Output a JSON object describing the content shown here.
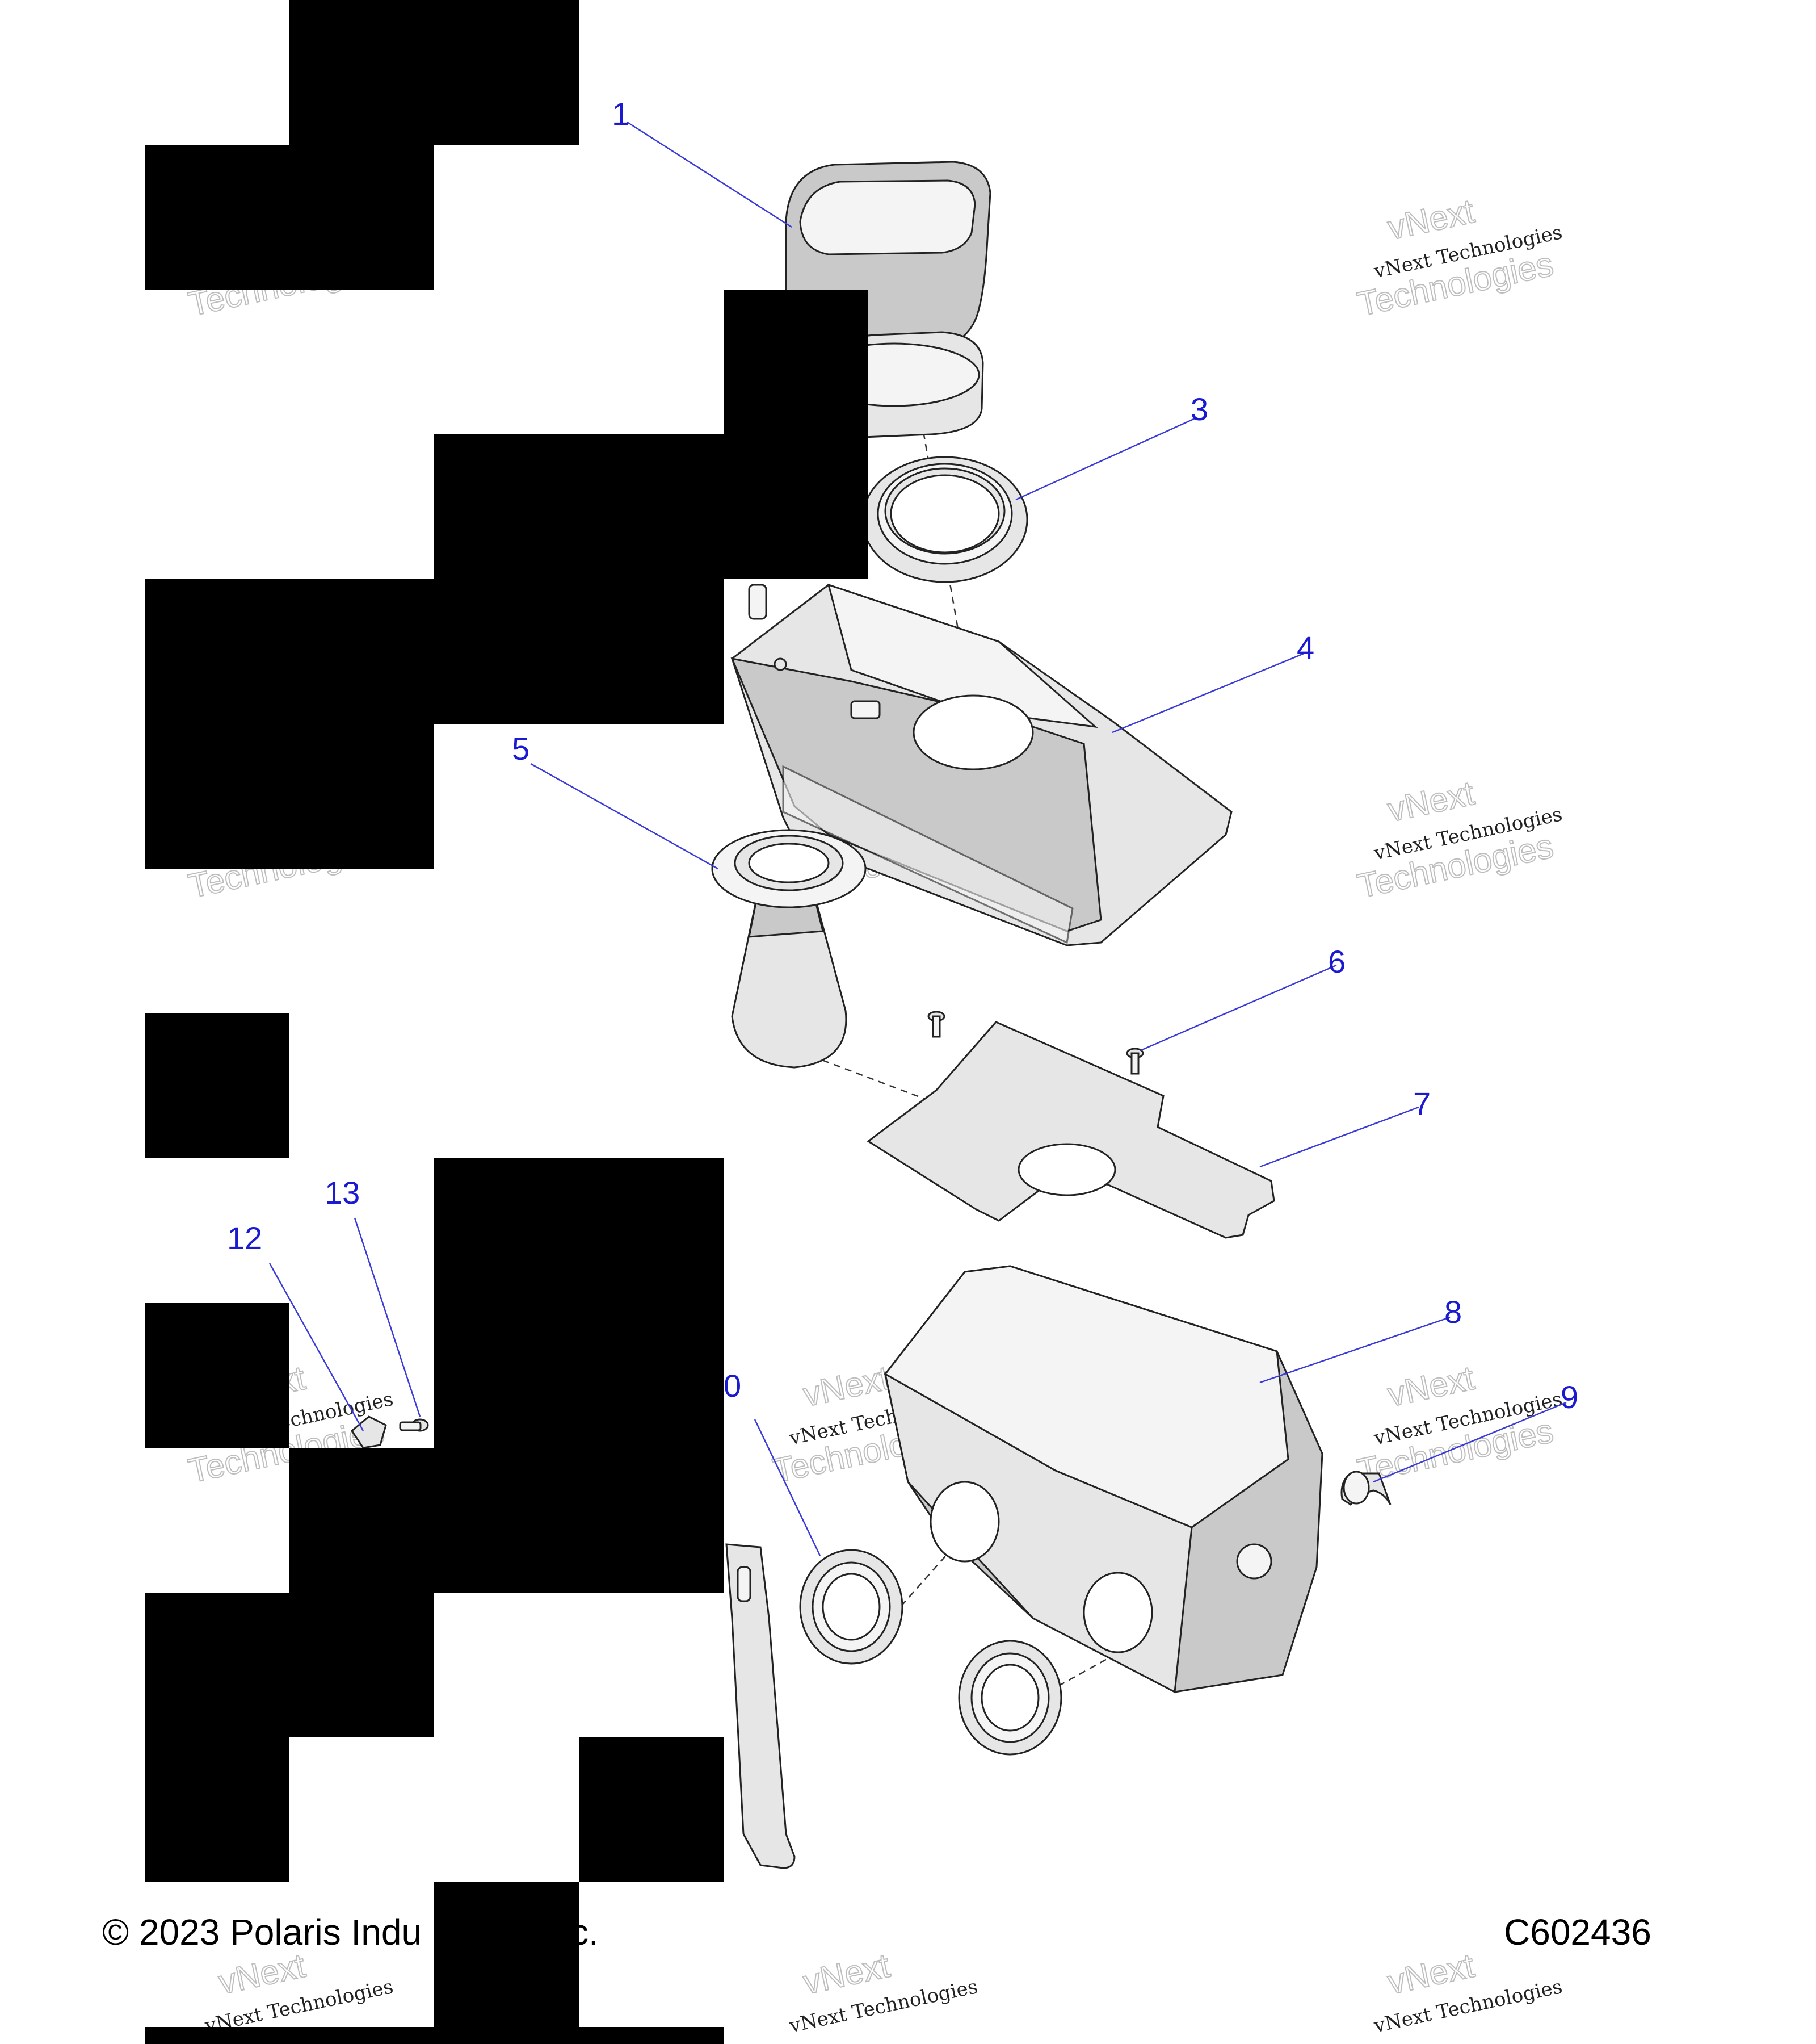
{
  "callouts": {
    "c1": "1",
    "c3": "3",
    "c4": "4",
    "c5": "5",
    "c6": "6",
    "c7": "7",
    "c8": "8",
    "c9": "9",
    "c10": "0",
    "c12": "12",
    "c13": "13"
  },
  "watermark": {
    "line1": "vNext Technologies",
    "line2": "vNext",
    "line3": "Technologies"
  },
  "footer": {
    "copyright": "© 2023 Polaris Indu",
    "copyright_tail": "c.",
    "drawing_id": "C602436"
  },
  "colors": {
    "callout": "#1a1ad0",
    "leader": "#3a3ad8",
    "redaction": "#000000"
  }
}
